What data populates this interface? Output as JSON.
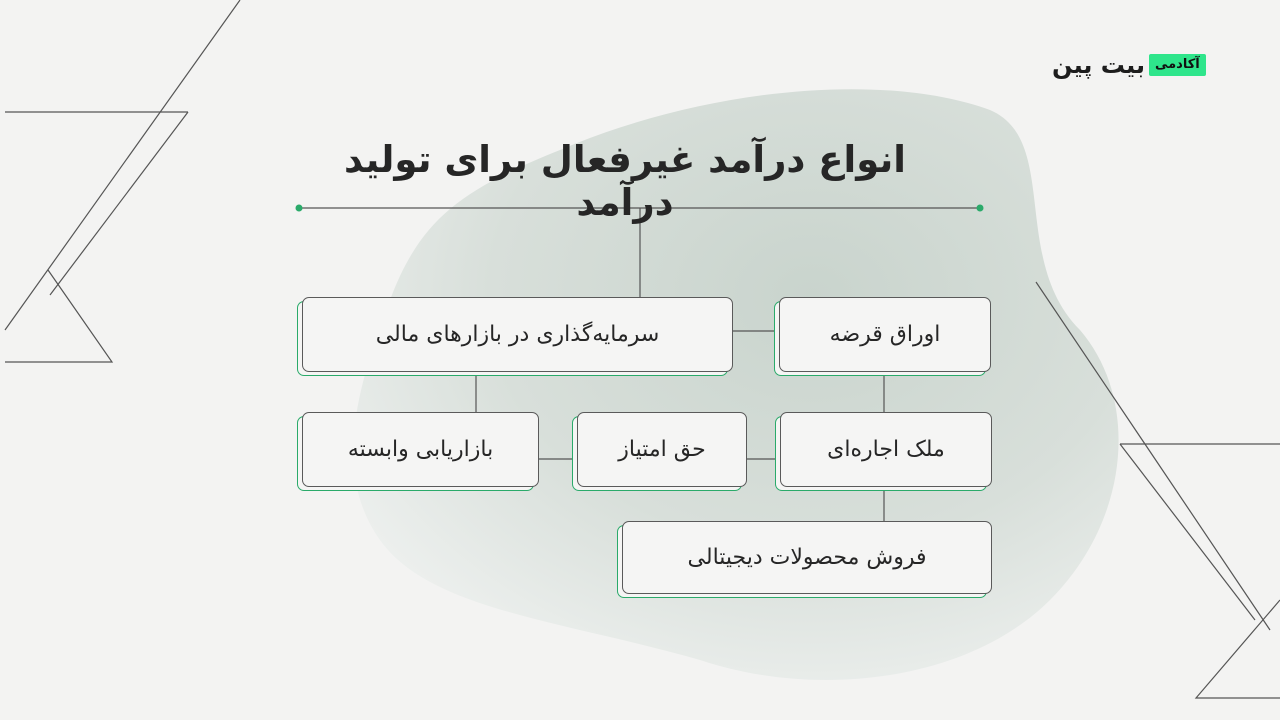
{
  "logo": {
    "badge": "آکادمی",
    "word": "بیت پین"
  },
  "title": "انواع درآمد غیرفعال برای تولید درآمد",
  "nodes": {
    "bonds": "اوراق قرضه",
    "financial_markets": "سرمایه‌گذاری در بازارهای مالی",
    "rental_property": "ملک اجاره‌ای",
    "franchise": "حق امتیاز",
    "affiliate_marketing": "بازاریابی وابسته",
    "digital_products": "فروش محصولات دیجیتالی"
  },
  "colors": {
    "accent": "#2aaa6a",
    "badge": "#2ee58b",
    "line": "#555555"
  }
}
